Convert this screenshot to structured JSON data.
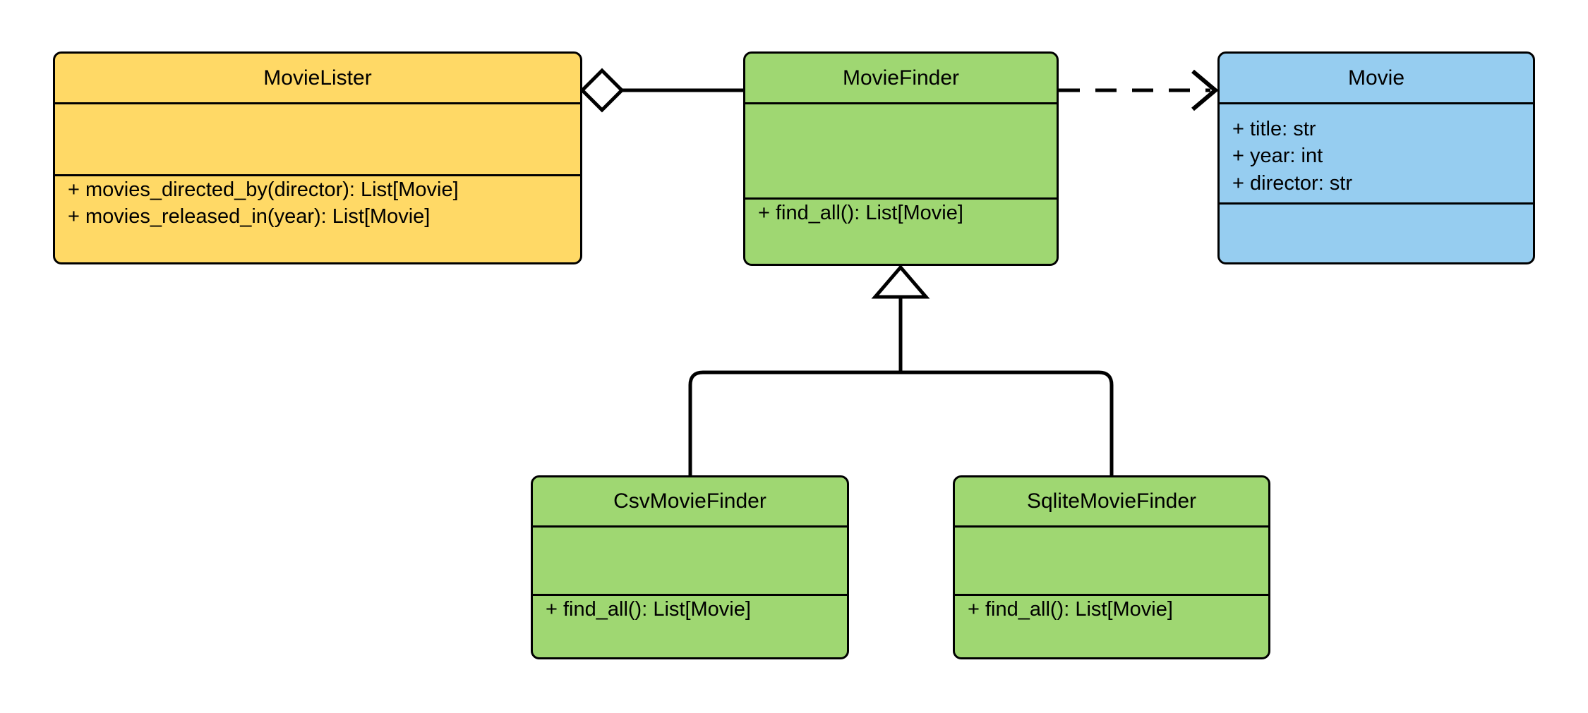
{
  "diagram": {
    "type": "uml-class-diagram",
    "title": "MovieLister dependency injection class diagram",
    "background_color": "#ffffff",
    "line_color": "#000000"
  },
  "palette": {
    "yellow": "#ffd966",
    "green": "#9fd772",
    "blue": "#96cdf0",
    "stroke": "#000000"
  },
  "classes": [
    {
      "id": "movielister",
      "name": "MovieLister",
      "fill": "#ffd966",
      "attributes": [],
      "methods": [
        "+ movies_directed_by(director): List[Movie]",
        "+ movies_released_in(year): List[Movie]"
      ]
    },
    {
      "id": "moviefinder",
      "name": "MovieFinder",
      "fill": "#9fd772",
      "attributes": [],
      "methods": [
        "+ find_all(): List[Movie]"
      ]
    },
    {
      "id": "movie",
      "name": "Movie",
      "fill": "#96cdf0",
      "attributes": [
        "+ title: str",
        "+ year: int",
        "+ director: str"
      ],
      "methods": []
    },
    {
      "id": "csvmoviefinder",
      "name": "CsvMovieFinder",
      "fill": "#9fd772",
      "attributes": [],
      "methods": [
        "+ find_all(): List[Movie]"
      ]
    },
    {
      "id": "sqlitemoviefinder",
      "name": "SqliteMovieFinder",
      "fill": "#9fd772",
      "attributes": [],
      "methods": [
        "+ find_all(): List[Movie]"
      ]
    }
  ],
  "relationships": [
    {
      "id": "rel-aggregation",
      "kind": "aggregation",
      "marker": "hollow-diamond",
      "source": "MovieLister",
      "target": "MovieFinder",
      "line_style": "solid",
      "label": ""
    },
    {
      "id": "rel-dependency",
      "kind": "dependency",
      "marker": "open-arrow",
      "source": "MovieFinder",
      "target": "Movie",
      "line_style": "dashed",
      "label": ""
    },
    {
      "id": "rel-generalization-csv",
      "kind": "generalization",
      "marker": "hollow-triangle",
      "source": "CsvMovieFinder",
      "target": "MovieFinder",
      "line_style": "solid",
      "label": ""
    },
    {
      "id": "rel-generalization-sqlite",
      "kind": "generalization",
      "marker": "hollow-triangle",
      "source": "SqliteMovieFinder",
      "target": "MovieFinder",
      "line_style": "solid",
      "label": ""
    }
  ]
}
